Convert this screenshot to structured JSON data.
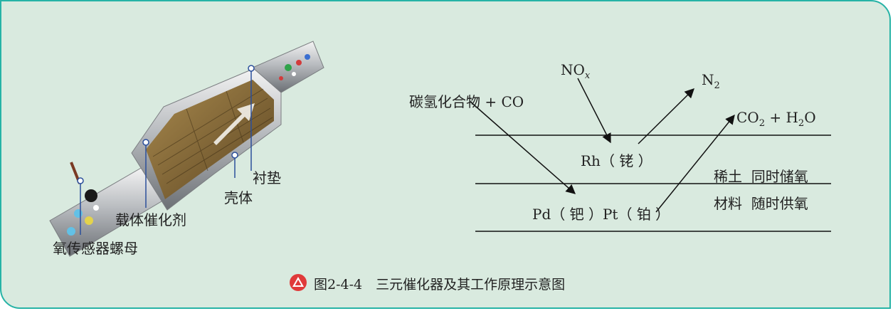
{
  "caption": {
    "text": "图2-4-4　三元催化器及其工作原理示意图",
    "icon_color": "#e03a3a"
  },
  "converter": {
    "labels": {
      "oxygen_sensor_nut": "氧传感器螺母",
      "substrate_catalyst": "载体催化剂",
      "liner": "衬垫",
      "shell": "壳体"
    }
  },
  "reaction": {
    "inputs": {
      "hydrocarbons_co": "碳氢化合物 + CO",
      "nox": "NO",
      "nox_sub": "x"
    },
    "outputs": {
      "n2": "N",
      "n2_sub": "2",
      "co2": "CO",
      "co2_sub": "2",
      "plus": " + ",
      "h2o_h": "H",
      "h2o_sub": "2",
      "h2o_o": "O"
    },
    "layers": {
      "rh": "Rh（ 铑 ）",
      "pd_pt": "Pd（ 钯 ）Pt（ 铂 ）",
      "rare_earth_line1": "稀土  同时储氧",
      "rare_earth_line2": "材料  随时供氧"
    }
  },
  "colors": {
    "border": "#27b3a6",
    "background": "#d9eadf"
  }
}
